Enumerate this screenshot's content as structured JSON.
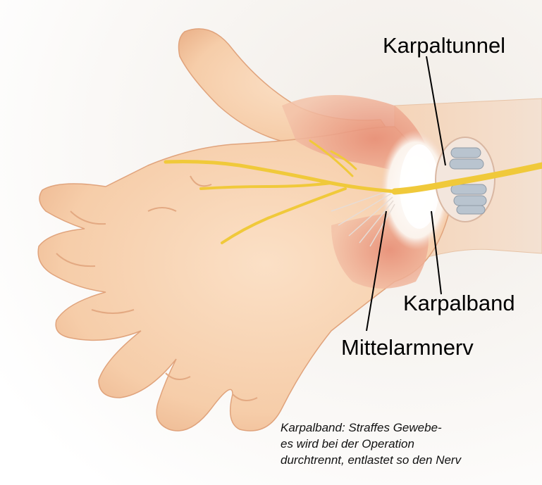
{
  "labels": {
    "carpal_tunnel": "Karpaltunnel",
    "carpal_ligament": "Karpalband",
    "median_nerve": "Mittelarmnerv"
  },
  "caption": {
    "lines": [
      "Karpalband: Straffes Gewebe-",
      "es wird bei der Operation",
      "durchtrennt, entlastet so den Nerv"
    ]
  },
  "colors": {
    "skin": "#f7d2b0",
    "skin_shadow": "#e9b38c",
    "muscle": "#d9725f",
    "ligament": "#ffffff",
    "nerve": "#f3cf3a",
    "tendon": "#b9c4cf",
    "background": "#f4f1ec"
  }
}
